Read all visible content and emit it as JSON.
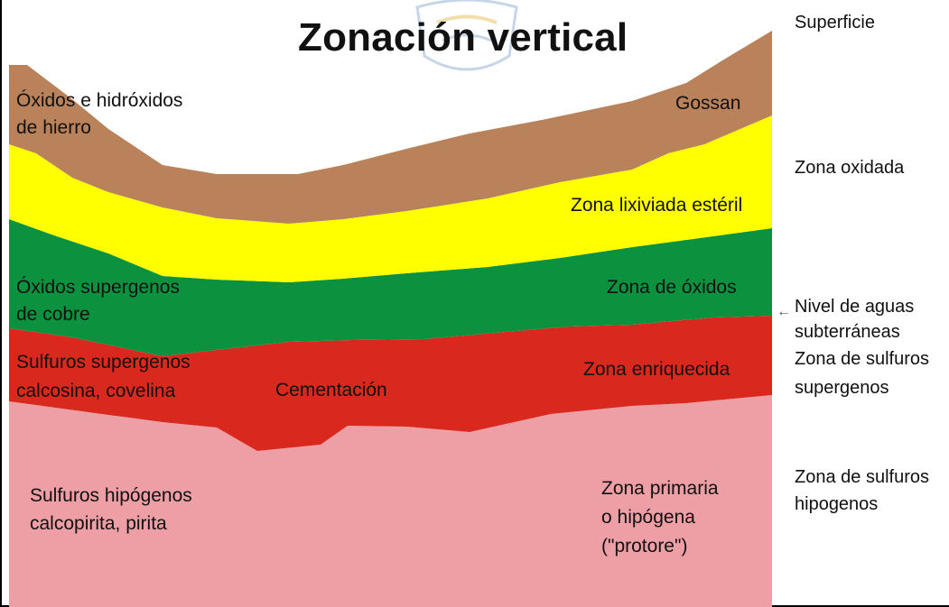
{
  "title": "Zonación vertical",
  "colors": {
    "gossan": "#B9825A",
    "leached": "#FFFF00",
    "oxides": "#0C913F",
    "enriched": "#D9291F",
    "primary": "#EE9FA5"
  },
  "labels": {
    "oxidos_hierro_1": "Óxidos e hidróxidos",
    "oxidos_hierro_2": "de hierro",
    "gossan": "Gossan",
    "zona_lixiviada": "Zona lixiviada estéril",
    "oxidos_supergenos_1": "Óxidos supergenos",
    "oxidos_supergenos_2": "de cobre",
    "zona_oxidos": "Zona de óxidos",
    "sulfuros_supergenos_1": "Sulfuros supergenos",
    "sulfuros_supergenos_2": "calcosina, covelina",
    "cementacion": "Cementación",
    "zona_enriquecida": "Zona enriquecida",
    "sulfuros_hipogenos_1": "Sulfuros hipógenos",
    "sulfuros_hipogenos_2": "calcopirita, pirita",
    "zona_primaria_1": "Zona primaria",
    "zona_primaria_2": "o hipógena",
    "zona_primaria_3": "(\"protore\")"
  },
  "right_labels": {
    "superficie": "Superficie",
    "zona_oxidada": "Zona oxidada",
    "nivel_1": "Nivel de aguas",
    "nivel_2": "subterráneas",
    "sulfuros_supergenos_1": "Zona de sulfuros",
    "sulfuros_supergenos_2": "supergenos",
    "sulfuros_hipogenos_1": "Zona de sulfuros",
    "sulfuros_hipogenos_2": "hipogenos"
  },
  "arrow": "←"
}
